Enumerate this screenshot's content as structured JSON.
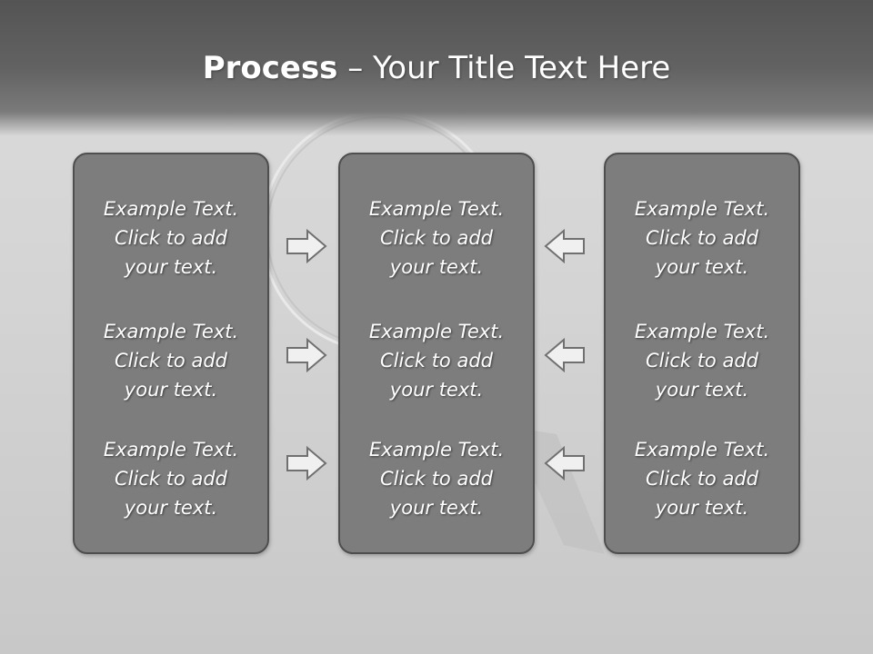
{
  "title": {
    "bold": "Process",
    "rest": " – Your Title Text Here"
  },
  "columns": [
    {
      "blocks": [
        {
          "line1": "Example Text.",
          "line2": "Click  to add",
          "line3": "your text."
        },
        {
          "line1": "Example Text.",
          "line2": "Click  to add",
          "line3": "your text."
        },
        {
          "line1": "Example Text.",
          "line2": "Click  to add",
          "line3": "your text."
        }
      ]
    },
    {
      "blocks": [
        {
          "line1": "Example Text.",
          "line2": "Click  to add",
          "line3": "your text."
        },
        {
          "line1": "Example Text.",
          "line2": "Click  to add",
          "line3": "your text."
        },
        {
          "line1": "Example Text.",
          "line2": "Click  to add",
          "line3": "your text."
        }
      ]
    },
    {
      "blocks": [
        {
          "line1": "Example Text.",
          "line2": "Click  to add",
          "line3": "your text."
        },
        {
          "line1": "Example Text.",
          "line2": "Click  to add",
          "line3": "your text."
        },
        {
          "line1": "Example Text.",
          "line2": "Click  to add",
          "line3": "your text."
        }
      ]
    }
  ],
  "arrows": [
    {
      "direction": "right",
      "icon": "arrow-right-icon"
    },
    {
      "direction": "right",
      "icon": "arrow-right-icon"
    },
    {
      "direction": "right",
      "icon": "arrow-right-icon"
    },
    {
      "direction": "left",
      "icon": "arrow-left-icon"
    },
    {
      "direction": "left",
      "icon": "arrow-left-icon"
    },
    {
      "direction": "left",
      "icon": "arrow-left-icon"
    }
  ],
  "colors": {
    "header": "#545454",
    "panel_fill": "#7d7d7d",
    "panel_border": "#4e4e4e",
    "text": "#ffffff",
    "arrow_fill": "#f0f0f0",
    "arrow_stroke": "#707070"
  }
}
